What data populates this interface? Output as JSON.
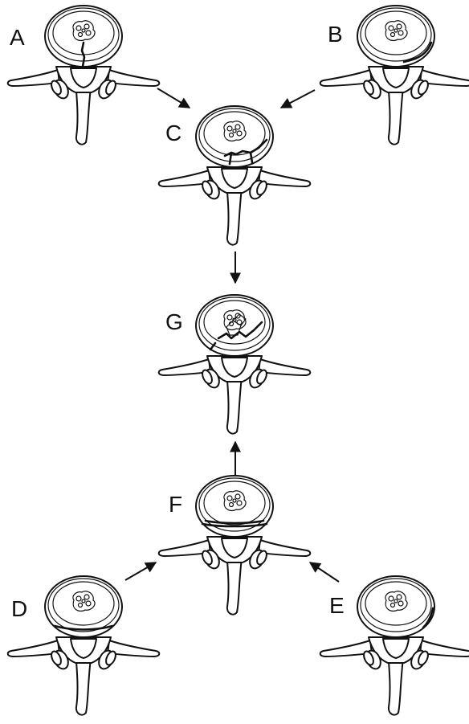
{
  "figure": {
    "labels": {
      "A": "A",
      "B": "B",
      "C": "C",
      "D": "D",
      "E": "E",
      "F": "F",
      "G": "G"
    },
    "colors": {
      "ink": "#111111",
      "background": "#ffffff"
    }
  }
}
